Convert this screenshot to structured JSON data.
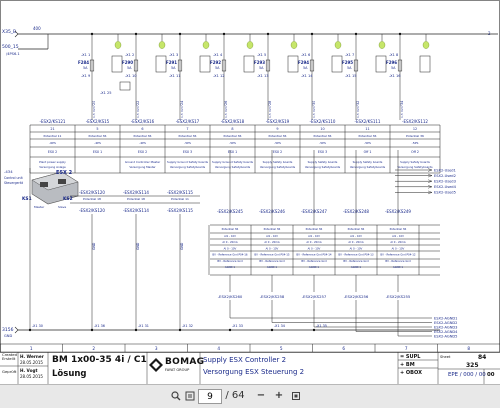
{
  "rails": {
    "top_left": "X35_B",
    "top_left_sub": "400",
    "top_right_arrow": "2",
    "rail2": "500_15",
    "rail2_sub": "/4PS6.1",
    "bottom": "3156",
    "bottom_sub": "GND"
  },
  "fuses": [
    "F284",
    "F290",
    "F291",
    "F292",
    "F293",
    "F294",
    "F295",
    "F296"
  ],
  "fuse_ratings": [
    "5A",
    "5A",
    "5A",
    "5A",
    "5A",
    "5A",
    "5A",
    "5A"
  ],
  "fuse_terminals_top": [
    "-X1 1",
    "-X1 2",
    "-X1 3",
    "-X1 4",
    "-X1 5",
    "-X1 6",
    "-X1 7",
    "-X1 8"
  ],
  "fuse_terminals_bottom": [
    "-X1 9",
    "-X1 10",
    "-X1 11",
    "-X1 12",
    "-X1 13",
    "-X1 14",
    "-X1 15",
    "-X1 16"
  ],
  "aux_ref": "-X1 25",
  "wire_ids": [
    "20",
    "22",
    "24",
    "26",
    "28",
    "30",
    "32",
    "34"
  ],
  "wire_size": "1,5 mm²",
  "top_connectors": [
    "-ESX2/KS1",
    "-ESX2/KS1",
    "-ESX2/KS1",
    "-ESX2/KS1",
    "-ESX2/KS1",
    "-ESX2/KS1",
    "-ESX2/KS1",
    "-ESX2/KS1",
    "-ESX2/KS1"
  ],
  "top_pins": [
    "21",
    "5",
    "6",
    "7",
    "8",
    "9",
    "10",
    "11",
    "12"
  ],
  "top_pin_labels": [
    "Potential 11",
    "Potential 36",
    "Potential 36",
    "Potential 36",
    "Potential 36",
    "Potential 36",
    "Potential 36",
    "Potential 36",
    "Potential 36"
  ],
  "top_ext": [
    "-6PS",
    "-4PS",
    "-4PS",
    "-5PS",
    "-5PS",
    "-5PS",
    "-5PS",
    "-5PS",
    "-5PS"
  ],
  "top_ext2": [
    "ESX 2",
    "ESX 1",
    "ESX 2",
    "ESX 3",
    "ESX 1",
    "ESX 2",
    "ESX 3",
    "Off 1",
    "Off 2"
  ],
  "top_desc": [
    "Plant power supply / Versorgung Anlage",
    "",
    "Ground Controller Master / Versorgung Master",
    "Supply Ground Safety boards / Versorgung Safetyboards",
    "Supply Ground Safety boards / Versorgung Safetyboards",
    "Supply Safety boards / Versorgung Safetyboards",
    "Supply Safety boards / Versorgung Safetyboards",
    "Supply Safety boards / Versorgung Safetyboards",
    "Supply Safety boards / Versorgung Safetyboards"
  ],
  "module": {
    "name": "ESX 2",
    "tag": "-434",
    "sub": "Control unit / Steuergerät",
    "ks1": "KS1",
    "ks2": "KS2",
    "label_left": "Master",
    "label_right": "Slave"
  },
  "right_rails": [
    "ESX2-Used1",
    "ESX2-Used2",
    "ESX2-Used3",
    "ESX2-Used4",
    "ESX2-Used5"
  ],
  "mid_connectors": [
    "-ESX2/KS1",
    "-ESX2/KS1",
    "-ESX2/KS1"
  ],
  "mid_pins": [
    "20",
    "14",
    "15"
  ],
  "mid_pin_labels": [
    "Potential 18",
    "Potential 18",
    "Potential 11"
  ],
  "mid_sub": [
    "GND",
    "GND",
    "GND"
  ],
  "right_connectors": [
    "-ESX2/KS2",
    "-ESX2/KS2",
    "-ESX2/KS2",
    "-ESX2/KS2",
    "-ESX2/KS2"
  ],
  "right_pins": [
    "45",
    "46",
    "47",
    "48",
    "49"
  ],
  "right_pin_labels": [
    "Potential 36",
    "Potential 36",
    "Potential 36",
    "Potential 36",
    "Potential 36"
  ],
  "right_lines": [
    [
      "AI1 - 10V",
      "AI 0 - 20mA",
      "AI 0 - 10V",
      "BV - Reference Gnd P04-16",
      "BV - Reference Gnd",
      "AGND 1"
    ],
    [
      "AI1 - 10V",
      "AI 0 - 20mA",
      "AI 0 - 10V",
      "BV - Reference Gnd P04-15",
      "BV - Reference Gnd",
      "AGND 1"
    ],
    [
      "AI1 - 10V",
      "AI 0 - 20mA",
      "AI 0 - 10V",
      "BV - Reference Gnd P04-14",
      "BV - Reference Gnd",
      "AGND 1"
    ],
    [
      "AI1 - 10V",
      "AI 0 - 20mA",
      "AI 0 - 10V",
      "BV - Reference Gnd P04-13",
      "BV - Reference Gnd",
      "AGND 1"
    ],
    [
      "AI1 - 10V",
      "AI 0 - 20mA",
      "AI 0 - 10V",
      "BV - Reference Gnd P04-12",
      "BV - Reference Gnd",
      "AGND 1"
    ]
  ],
  "right_bottom_connectors": [
    "-ESX2/KS2",
    "-ESX2/KS2",
    "-ESX2/KS2",
    "-ESX2/KS2",
    "-ESX2/KS2"
  ],
  "right_bottom_pins": [
    "60",
    "58",
    "57",
    "56",
    "55"
  ],
  "agnd_rails": [
    "ESX2-AGND1",
    "ESX2-AGND2",
    "ESX2-AGND3",
    "ESX2-AGND4",
    "ESX2-AGND5"
  ],
  "bottom_terminals": [
    "-X1 30",
    "-X1 36",
    "-X1 31",
    "-X1 32",
    "-X1 33",
    "-X1 34",
    "-X1 35"
  ],
  "column_numbers": [
    "1",
    "2",
    "3",
    "4",
    "5",
    "6",
    "7",
    "8"
  ],
  "title_block": {
    "created_label": "Created\nErstellt",
    "created_by": "H. Werner",
    "created_date": "28.05.2015",
    "checked_label": "Geprüft",
    "checked_by": "H. Vogt",
    "checked_date": "28.05.2015",
    "title": "BM 1x00-35 4i / C1",
    "subtitle": "Lösung",
    "brand": "BOMAG",
    "brand_sub": "FAYAT GROUP",
    "desc_en": "Supply ESX Controller 2",
    "desc_de": "Versorgung ESX Steuerung 2",
    "code1_label": "= SUPL",
    "code2_label": "+ BM",
    "code3_label": "+ OBOX",
    "sheet_label": "Sheet",
    "sheet_no": "84",
    "sheet_total": "325",
    "epe": "EPE / 000 / 00",
    "rev": "00"
  },
  "viewer": {
    "page": "9",
    "total": "/ 64",
    "zoom_out": "−",
    "zoom_in": "+"
  }
}
